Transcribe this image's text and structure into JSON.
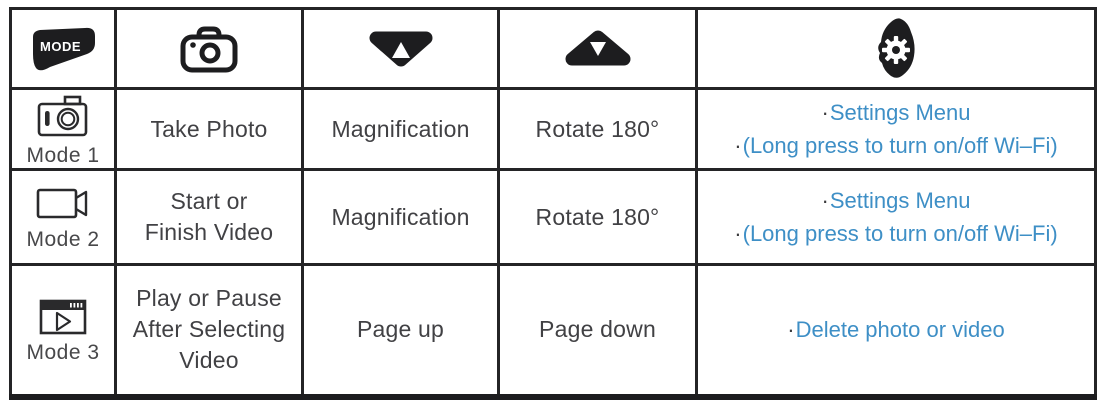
{
  "header": {
    "mode_button_label": "MODE",
    "icons": [
      "mode-button-icon",
      "camera-shutter-icon",
      "up-arrow-button-icon",
      "down-arrow-button-icon",
      "settings-gear-button-icon"
    ]
  },
  "colors": {
    "link_blue": "#3e8fc6",
    "text_dark": "#414144",
    "border_black": "#1d1d1f"
  },
  "rows": [
    {
      "mode_icon": "photo-mode-icon",
      "mode_label": "Mode 1",
      "shutter_action_lines": [
        "Take Photo"
      ],
      "up_action": "Magnification",
      "down_action": "Rotate 180°",
      "settings": [
        {
          "bullet": "·",
          "text": "Settings Menu"
        },
        {
          "bullet": "·",
          "text": "(Long press to turn on/off Wi–Fi)"
        }
      ]
    },
    {
      "mode_icon": "video-mode-icon",
      "mode_label": "Mode 2",
      "shutter_action_lines": [
        "Start or",
        "Finish Video"
      ],
      "up_action": "Magnification",
      "down_action": "Rotate 180°",
      "settings": [
        {
          "bullet": "·",
          "text": "Settings Menu"
        },
        {
          "bullet": "·",
          "text": "(Long press to turn on/off Wi–Fi)"
        }
      ]
    },
    {
      "mode_icon": "playback-mode-icon",
      "mode_label": "Mode 3",
      "shutter_action_lines": [
        "Play or Pause",
        "After Selecting",
        "Video"
      ],
      "up_action": "Page up",
      "down_action": "Page down",
      "settings": [
        {
          "bullet": "·",
          "text": "Delete photo or video"
        }
      ]
    }
  ]
}
